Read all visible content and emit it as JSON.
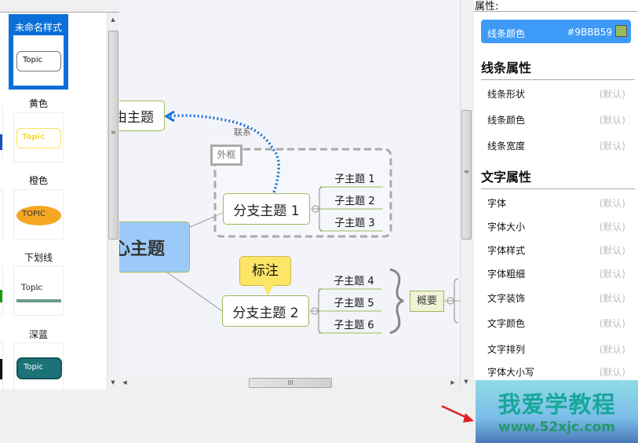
{
  "styles_panel": {
    "items": [
      {
        "label": "未命名样式",
        "preview": "Topic",
        "selected": true
      },
      {
        "label": "黄色",
        "preview": "Topic"
      },
      {
        "label": "橙色",
        "preview": "TOPIC"
      },
      {
        "label": "下划线",
        "preview": "Topic"
      },
      {
        "label": "深蓝",
        "preview": "Topic"
      }
    ]
  },
  "canvas": {
    "central_topic": "中心主题",
    "floating_topic": "自由主题",
    "relationship_label": "联系",
    "boundary_label": "外框",
    "callout": "标注",
    "branches": [
      {
        "label": "分支主题 1",
        "subs": [
          "子主题 1",
          "子主题 2",
          "子主题 3"
        ]
      },
      {
        "label": "分支主题 2",
        "subs": [
          "子主题 4",
          "子主题 5",
          "子主题 6"
        ]
      }
    ],
    "summary": "概要",
    "hscroll_grip": "III",
    "vscroll_grip": "≡"
  },
  "properties": {
    "title": "属性:",
    "selected": {
      "label": "线条颜色",
      "value": "#9BBB59",
      "color": "#9BBB59"
    },
    "sections": [
      {
        "title": "线条属性",
        "rows": [
          {
            "label": "线条形状",
            "value": "(默认)"
          },
          {
            "label": "线条颜色",
            "value": "(默认)"
          },
          {
            "label": "线条宽度",
            "value": "(默认)"
          }
        ]
      },
      {
        "title": "文字属性",
        "rows": [
          {
            "label": "字体",
            "value": "(默认)"
          },
          {
            "label": "字体大小",
            "value": "(默认)"
          },
          {
            "label": "字体样式",
            "value": "(默认)"
          },
          {
            "label": "字体粗细",
            "value": "(默认)"
          },
          {
            "label": "文字装饰",
            "value": "(默认)"
          },
          {
            "label": "文字颜色",
            "value": "(默认)"
          },
          {
            "label": "文字排列",
            "value": "(默认)"
          },
          {
            "label": "字体大小写",
            "value": "(默认)"
          }
        ]
      }
    ]
  },
  "watermark": {
    "title": "我爱学教程",
    "url": "www.52xjc.com"
  }
}
